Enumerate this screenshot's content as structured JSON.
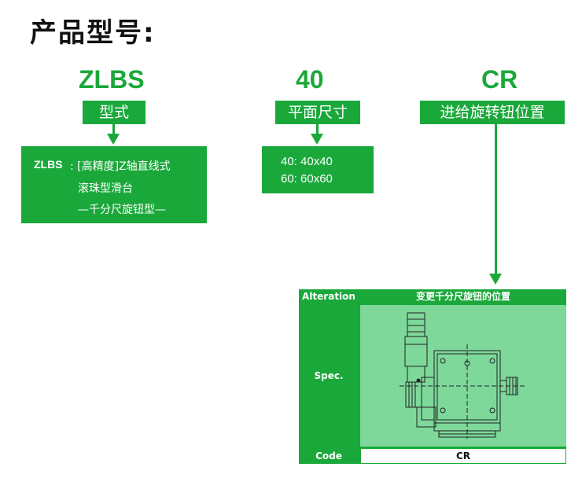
{
  "page_title": "产品型号:",
  "columns": [
    {
      "code": "ZLBS",
      "label": "型式",
      "desc_prefix": "ZLBS",
      "desc_lines": ": [高精度]Z轴直线式",
      "desc_line2": "滚珠型滑台",
      "desc_line3": "—千分尺旋钮型—"
    },
    {
      "code": "40",
      "label": "平面尺寸",
      "desc_line1": "40:  40x40",
      "desc_line2": "60:  60x60"
    },
    {
      "code": "CR",
      "label": "进给旋转钮位置"
    }
  ],
  "table": {
    "alteration_label": "Alteration",
    "alteration_value": "变更千分尺旋钮的位置",
    "spec_label": "Spec.",
    "code_label": "Code",
    "code_value": "CR"
  },
  "colors": {
    "green": "#1aa83a",
    "light_green": "#7dd89a"
  }
}
